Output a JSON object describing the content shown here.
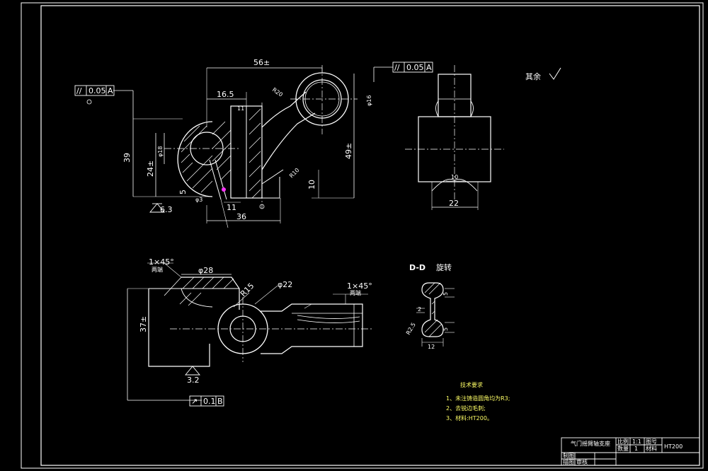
{
  "colors": {
    "background": "#000000",
    "lines": "#ffffff",
    "annotation_yellow": "#ffff66",
    "accent_magenta": "#ff33ff"
  },
  "dims_top": {
    "d56": "56±",
    "d16_5": "16.5",
    "d39": "39",
    "d24": "24±",
    "d18": "φ18",
    "d11a": "11",
    "d11b": "11",
    "d5": "5",
    "d3": "φ3",
    "d36": "36",
    "d49": "49±",
    "d10": "10",
    "d16": "φ16",
    "r20": "R20",
    "r10": "R10",
    "d6_3": "6.3",
    "dd_left": "10",
    "dd_right": "22",
    "side_10": "10"
  },
  "tolerance_boxes": {
    "left": {
      "symbol": "//",
      "value": "0.05",
      "datum": "A"
    },
    "right": {
      "symbol": "//",
      "value": "0.05",
      "datum": "A"
    },
    "bottom": {
      "symbol": "↗",
      "value": "0.1",
      "datum": "B"
    }
  },
  "surface_note": "其余",
  "dims_bottom": {
    "chamfer_left": "1×45°",
    "chamfer_left_sub": "两端",
    "d28": "φ28",
    "r15": "R15",
    "d22": "φ22",
    "chamfer_right": "1×45°",
    "chamfer_right_sub": "两端",
    "d37": "37±",
    "d3_2": "3.2"
  },
  "section": {
    "title": "D-D",
    "rotate": "旋转",
    "d5a": "5",
    "d5b": "5",
    "r2": "R2.5",
    "d12": "12",
    "d2": "2"
  },
  "tech_req": {
    "title": "技术要求",
    "items": [
      "1、未注铸造圆角均为R3;",
      "2、去锐边毛刺;",
      "3、材料:HT200。"
    ]
  },
  "title_block": {
    "part_name": "气门摇臂轴支座",
    "scale_label": "比例",
    "scale_value": "1:1",
    "drawing_no_label": "图号",
    "qty_label": "数量",
    "qty_value": "1",
    "material_label": "材料",
    "material_value": "HT200",
    "drawn_label": "制图",
    "checked_label": "描图",
    "review_label": "审核"
  }
}
